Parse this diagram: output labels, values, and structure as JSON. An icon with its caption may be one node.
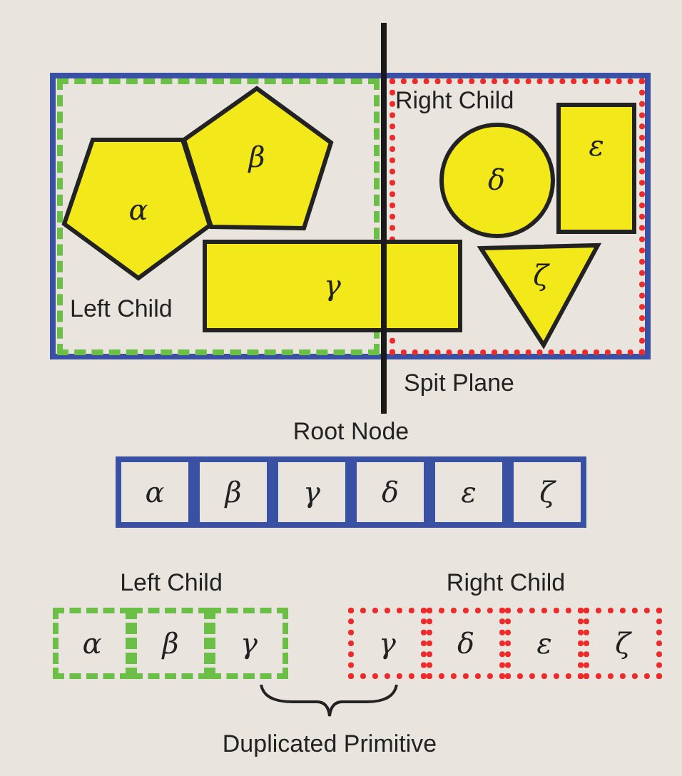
{
  "diagram": {
    "nodes": [
      {
        "text": [],
        "shape": "box"
      },
      {
        "text": [
          "Left Child"
        ],
        "in": 0
      },
      {
        "text": [
          "α"
        ],
        "in": 1
      },
      {
        "text": [
          "β"
        ],
        "in": 1
      },
      {
        "text": [
          "γ"
        ],
        "in": 0
      },
      {
        "text": [
          "Right Child"
        ],
        "in": 0
      },
      {
        "text": [
          "δ"
        ],
        "in": 5
      },
      {
        "text": [
          "ε"
        ],
        "in": 5
      },
      {
        "text": [
          "ζ"
        ],
        "in": 5
      },
      {
        "text": [
          "Root Node"
        ]
      },
      {
        "text": [
          "α"
        ],
        "in": 9
      },
      {
        "text": [
          "β"
        ],
        "in": 9
      },
      {
        "text": [
          "γ"
        ],
        "in": 9
      },
      {
        "text": [
          "δ"
        ],
        "in": 9
      },
      {
        "text": [
          "ε"
        ],
        "in": 9
      },
      {
        "text": [
          "ζ"
        ],
        "in": 9
      },
      {
        "text": [
          "Left Child"
        ]
      },
      {
        "text": [
          "α"
        ],
        "in": 16
      },
      {
        "text": [
          "β"
        ],
        "in": 16
      },
      {
        "text": [
          "γ"
        ],
        "in": 16
      },
      {
        "text": [
          "Right Child"
        ]
      },
      {
        "text": [
          "γ"
        ],
        "in": 20
      },
      {
        "text": [
          "δ"
        ],
        "in": 20
      },
      {
        "text": [
          "ε"
        ],
        "in": 20
      },
      {
        "text": [
          "ζ"
        ],
        "in": 20
      }
    ],
    "edges": [],
    "labels": [
      "Spit Plane",
      "Duplicated Primitive"
    ]
  }
}
